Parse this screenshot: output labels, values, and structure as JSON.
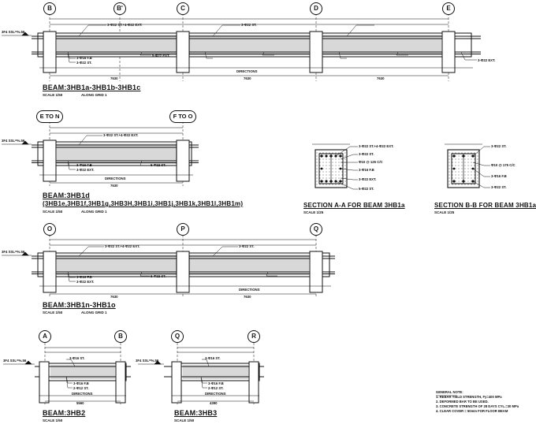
{
  "beams": [
    {
      "id": "beam1",
      "title": "BEAM:3HB1a-3HB1b-3HB1c",
      "scale": "SCALE 1/50",
      "grid_note": "ALONG GRID 1",
      "grids": [
        "B",
        "B'",
        "C",
        "D",
        "E"
      ],
      "left_tag": "3F4 SSL=%.56",
      "rebar_labels": [
        "3-Φ22 ST.+4-Φ22 EXT.",
        "3-Φ22 ST.",
        "3-Φ16 F.B",
        "3-Φ22 ST.",
        "5-Φ22 EXT.",
        "3-Φ22 EXT."
      ],
      "spans": [
        "7630",
        "7630",
        "7630"
      ],
      "center_tag": "DIRECTIONS"
    },
    {
      "id": "beam2",
      "title": "BEAM:3HB1d",
      "subtitle": "(3HB1e,3HB1f,3HB1g,3HB3H,3HB1i,3HB1j,3HB1k,3HB1l,3HB1m)",
      "scale": "SCALE 1/50",
      "grid_note": "ALONG GRID 1",
      "grids": [
        "E TO N",
        "F TO O"
      ],
      "left_tag": "3F4 SSL=%.56",
      "rebar_labels": [
        "3-Φ22 ST.+4-Φ22 EXT.",
        "3-Φ16 F.B",
        "3-Φ22 EXT.",
        "5-Φ22 ST."
      ],
      "spans": [
        "7630"
      ],
      "center_tag": "DIRECTIONS"
    },
    {
      "id": "beam3",
      "title": "BEAM:3HB1n-3HB1o",
      "scale": "SCALE 1/50",
      "grid_note": "ALONG GRID 1",
      "grids": [
        "O",
        "P",
        "Q"
      ],
      "left_tag": "3F4 SSL=%.56",
      "rebar_labels": [
        "3-Φ22 ST.+4-Φ22 EXT.",
        "3-Φ22 ST.",
        "3-Φ16 F.B",
        "3-Φ22 EXT.",
        "5-Φ22 ST."
      ],
      "spans": [
        "7630",
        "7630"
      ],
      "center_tag": "DIRECTIONS"
    },
    {
      "id": "beam4",
      "title": "BEAM:3HB2",
      "scale": "SCALE 1/50",
      "grids": [
        "A",
        "B"
      ],
      "left_tag": "3F4 SSL=%.56",
      "rebar_labels": [
        "3-Φ16 ST.",
        "3-Φ16 F.B",
        "2-Φ12 ST."
      ],
      "spans": [
        "5560"
      ],
      "center_tag": "DIRECTIONS"
    },
    {
      "id": "beam5",
      "title": "BEAM:3HB3",
      "scale": "SCALE 1/50",
      "grids": [
        "Q",
        "R"
      ],
      "left_tag": "3F4 SSL=%.56",
      "rebar_labels": [
        "3-Φ16 ST.",
        "3-Φ16 F.B",
        "2-Φ12 ST."
      ],
      "spans": [
        "4390"
      ],
      "center_tag": "DIRECTIONS"
    }
  ],
  "sections": [
    {
      "id": "secA",
      "title": "SECTION A-A FOR BEAM 3HB1a",
      "scale": "SCALE 1/25",
      "labels": [
        "3-Φ22 ST.+4-Φ22 EXT.",
        "3-Φ22 ST.",
        "Φ10 @ 125 C/C",
        "3-Φ16 F.B",
        "3-Φ22 EXT.",
        "5-Φ22 ST."
      ]
    },
    {
      "id": "secB",
      "title": "SECTION B-B FOR BEAM 3HB1a",
      "scale": "SCALE 1/25",
      "labels": [
        "3-Φ22 ST.",
        "Φ10 @ 175 C/C",
        "3-Φ16 F.B",
        "3-Φ22 ST."
      ]
    }
  ],
  "notes": {
    "title": "GENERAL NOTE:",
    "lines": [
      "1. REBAR YIELD STRENGTH, Fy=400 MPa",
      "2. DEFORMED BAR TO BE USED.",
      "3. CONCRETE STRENGTH OF 28 DAYS CYL.=30 MPa",
      "4. CLEAR COVER = 50mm FOR FLOOR BEAM"
    ]
  }
}
